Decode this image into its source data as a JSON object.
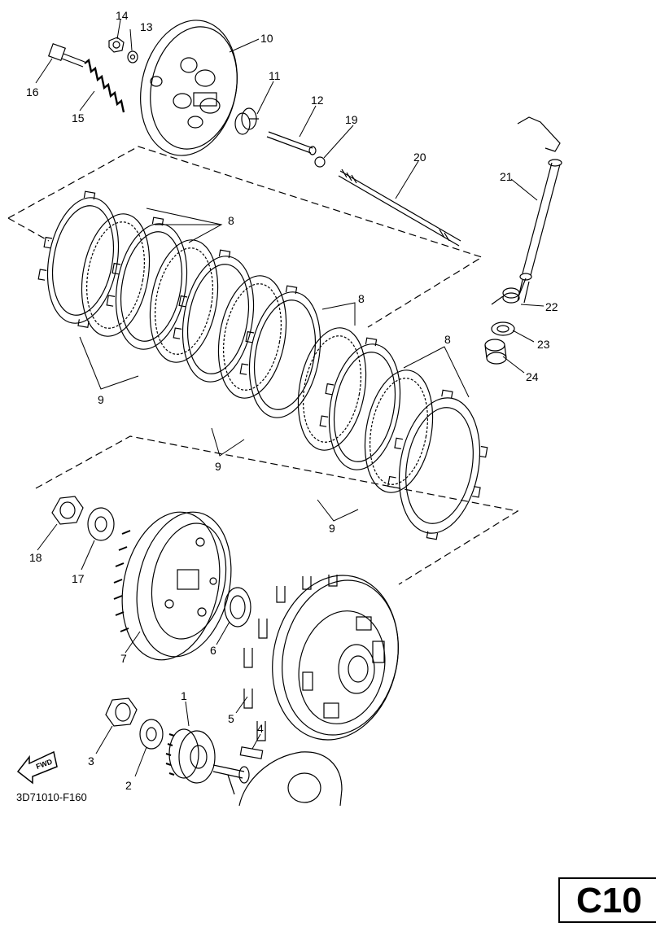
{
  "diagram_code": "3D71010-F160",
  "page_tab": "C10",
  "fwd_label": "FWD",
  "callouts": [
    "1",
    "2",
    "3",
    "4",
    "5",
    "6",
    "7",
    "8",
    "9",
    "10",
    "11",
    "12",
    "13",
    "14",
    "15",
    "16",
    "17",
    "18",
    "19",
    "20",
    "21",
    "22",
    "23",
    "24"
  ]
}
